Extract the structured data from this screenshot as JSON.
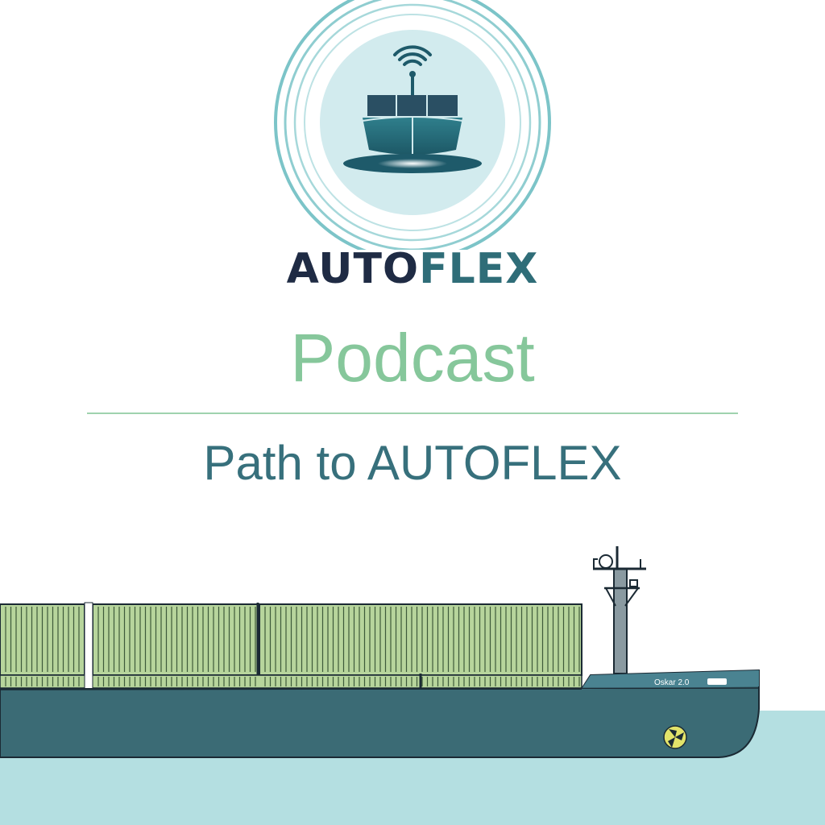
{
  "brand": {
    "part1": "AUTO",
    "part2": "FLEX"
  },
  "podcast_label": "Podcast",
  "subtitle": "Path to AUTOFLEX",
  "ship": {
    "name_plate": "Oskar 2.0"
  },
  "colors": {
    "brand_dark": "#1f2b44",
    "brand_teal": "#2f6d78",
    "podcast_green": "#86c79b",
    "hull": "#3b6b75",
    "water": "#b4dfe1",
    "containers": "#b7d59c"
  }
}
